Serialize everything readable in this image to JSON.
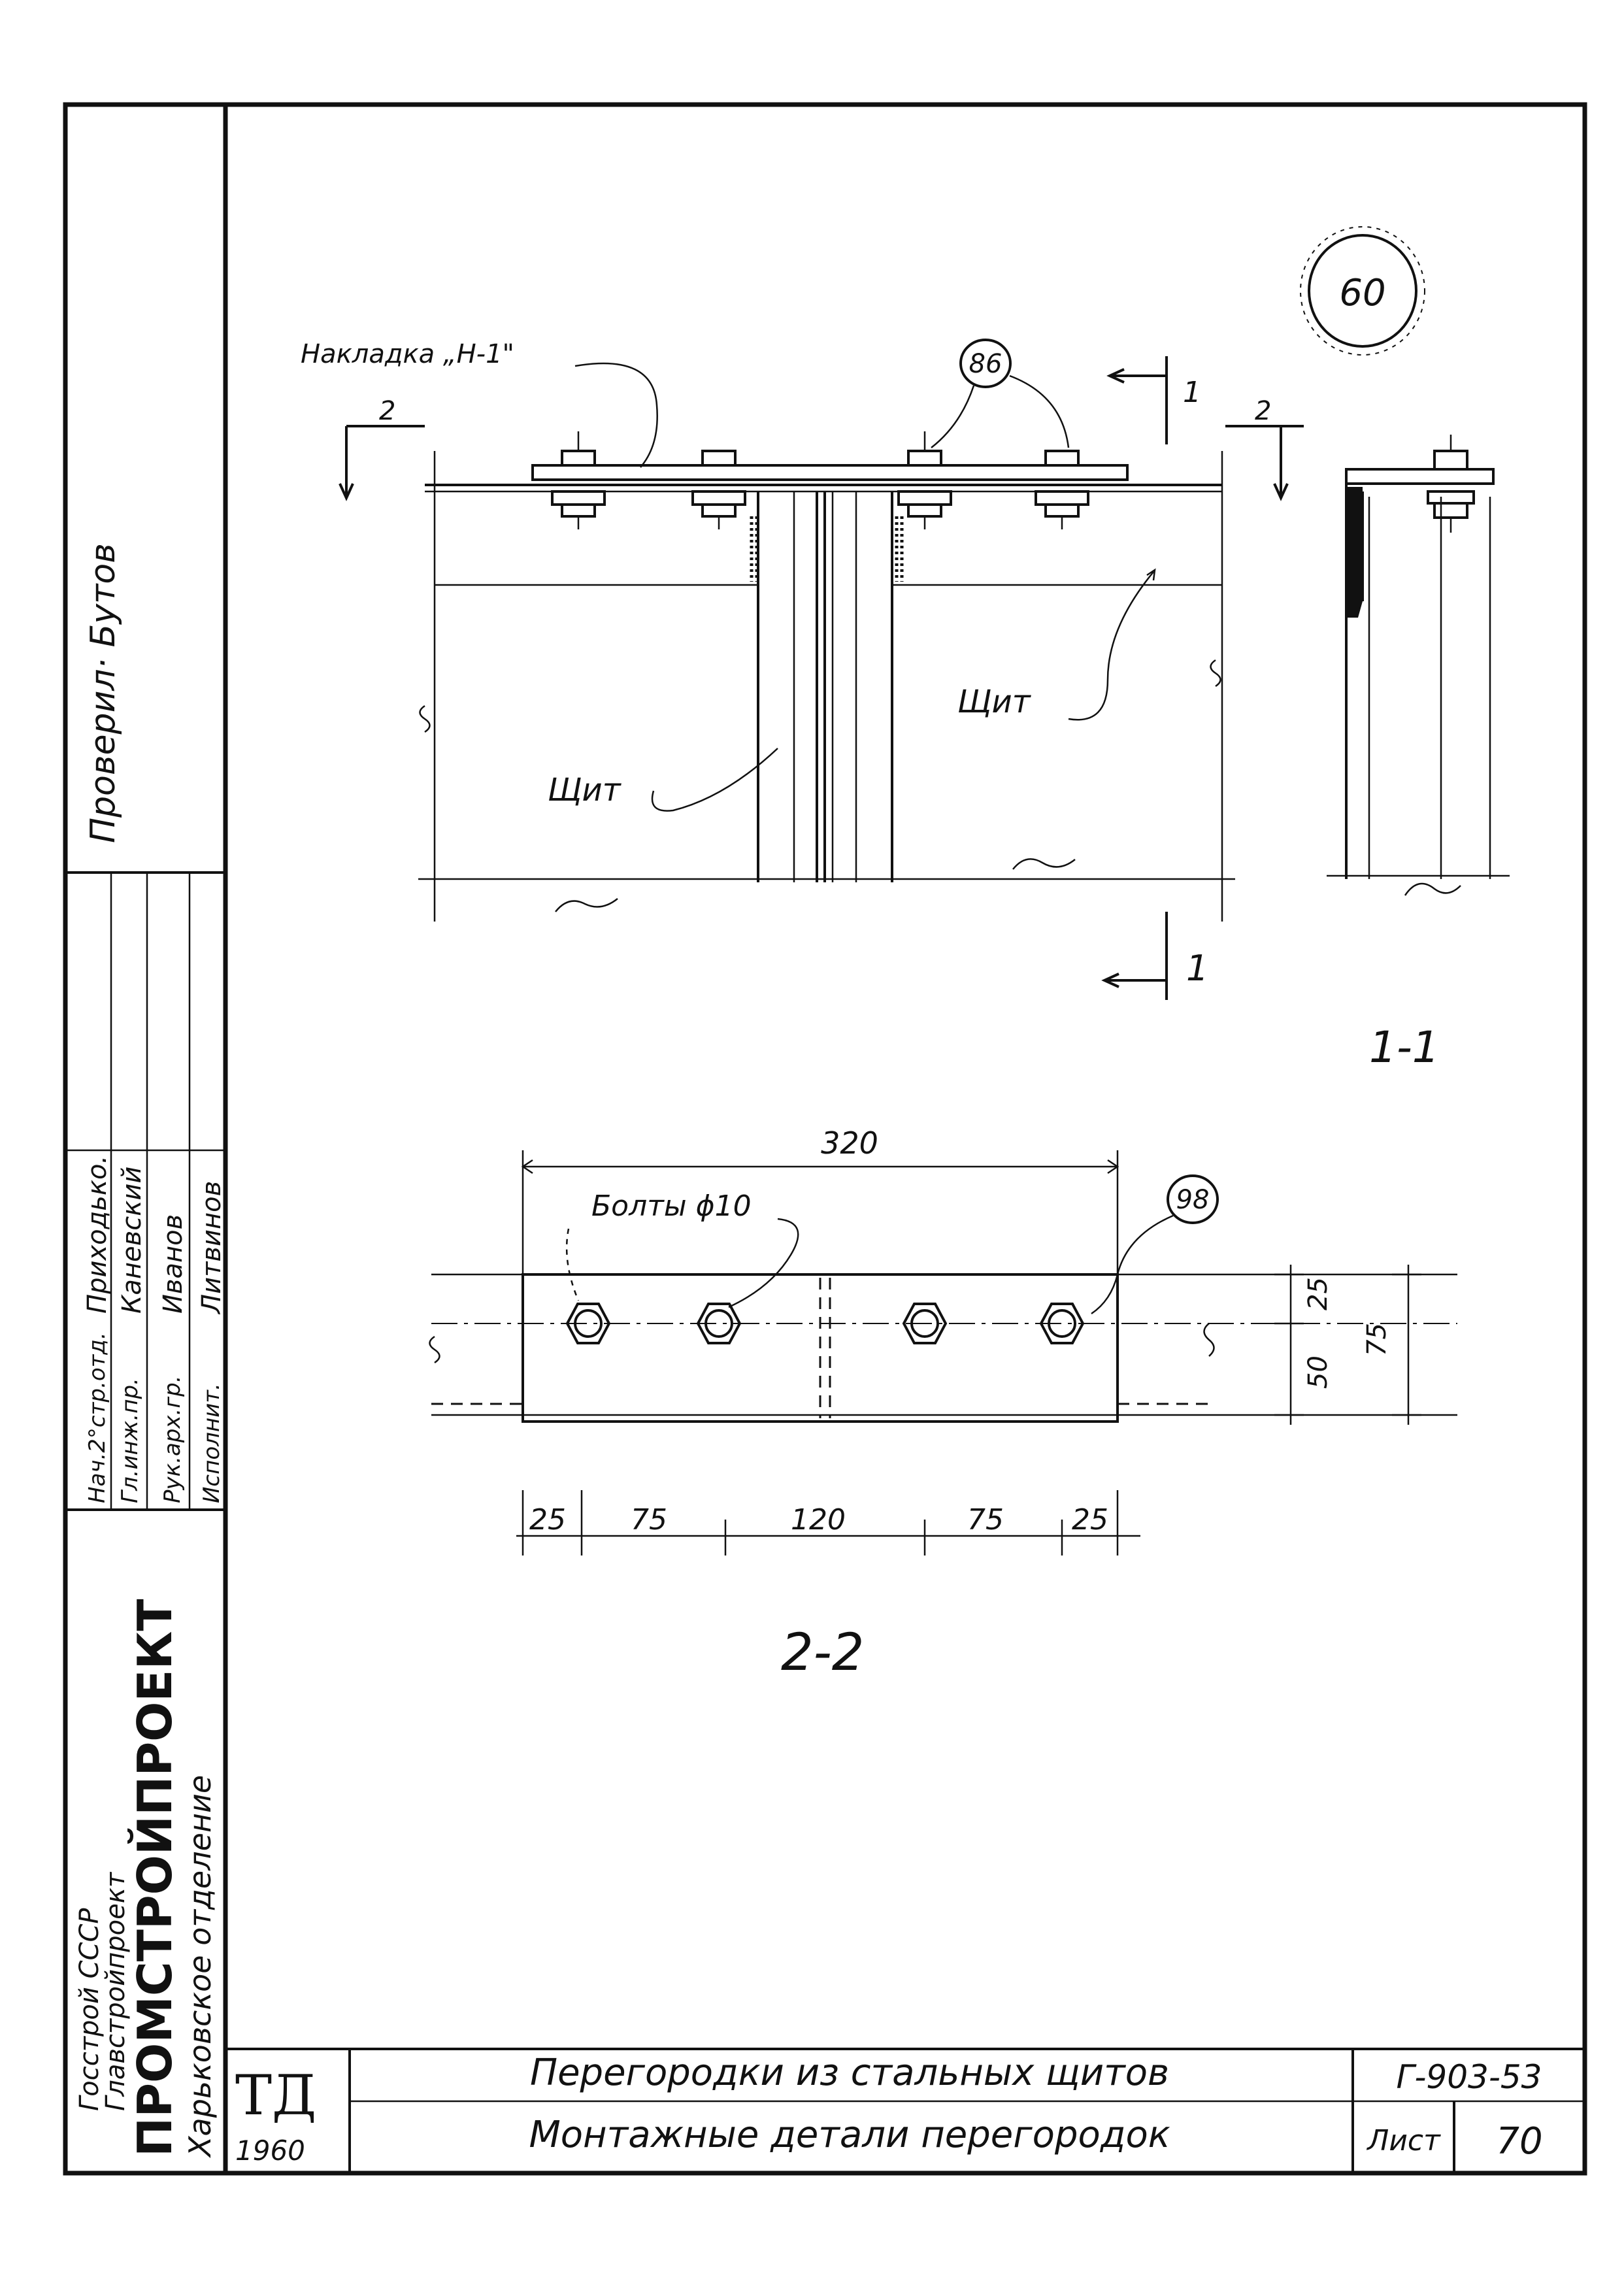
{
  "sheet_badge": "60",
  "side_stamp": {
    "checked": "Проверил· Бутов",
    "roles": [
      "Нач.2°стр.отд.",
      "Гл.инж.пр.",
      "Рук.арх.гр.",
      "Исполнит."
    ],
    "names": [
      "Приходько.",
      "Каневский",
      "Иванов",
      "Литвинов"
    ]
  },
  "org": {
    "line1": "Госстрой СССР",
    "line2": "Главстройпроект",
    "name": "ПРОМСТРОЙПРОЕКТ",
    "line4": "Харьковское отделение"
  },
  "top_view": {
    "overlay_label": "Накладка „Н-1\"",
    "callout_86": "86",
    "section_1": "1",
    "section_2": "2",
    "panel_right": "Щит",
    "panel_left": "Щит"
  },
  "section_11": {
    "label": "1-1"
  },
  "plan_view": {
    "dim_320": "320",
    "bolts_label": "Болты ϕ10",
    "callout_98": "98",
    "dim_25_right": "25",
    "dim_50": "50",
    "dim_75_total": "75",
    "bottom_dims": [
      "25",
      "75",
      "120",
      "75",
      "25"
    ],
    "label": "2-2"
  },
  "title_block": {
    "td": "ТД",
    "year": "1960",
    "title1": "Перегородки из стальных щитов",
    "title2": "Монтажные детали перегородок",
    "code": "Г-903-53",
    "sheet_label": "Лист",
    "sheet_number": "70"
  }
}
